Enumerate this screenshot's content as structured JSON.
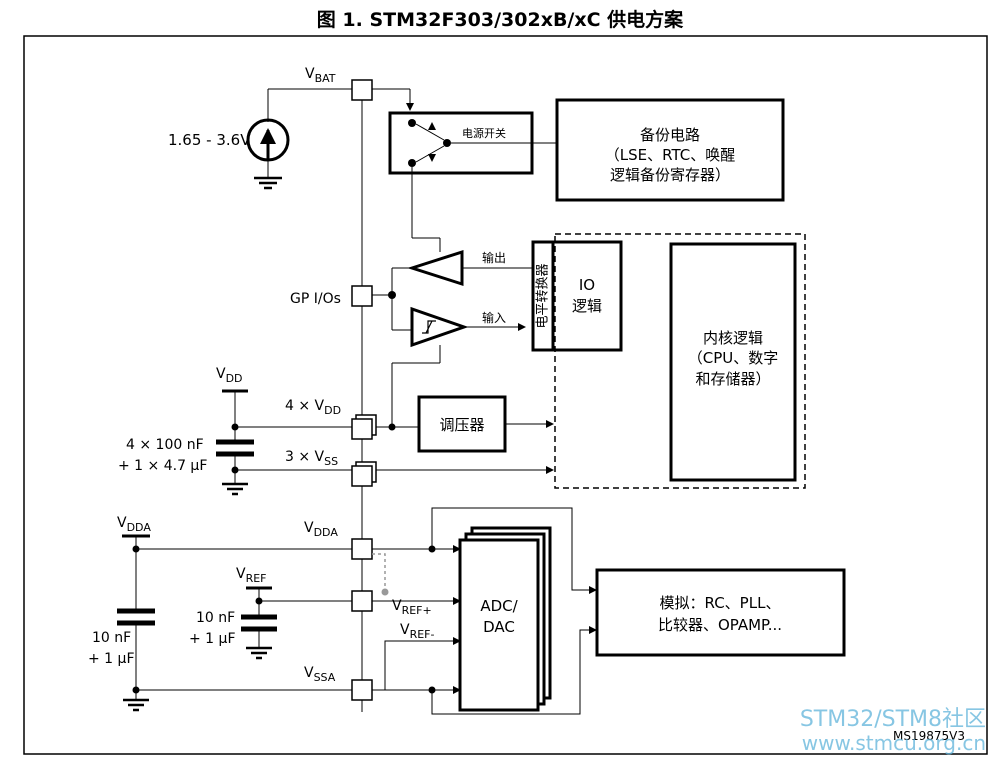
{
  "title": "图 1. STM32F303/302xB/xC 供电方案",
  "labels": {
    "vbat": "V",
    "vbat_sub": "BAT",
    "battery_range": "1.65 - 3.6V",
    "power_switch": "电源开关",
    "backup_line1": "备份电路",
    "backup_line2": "（LSE、RTC、唤醒",
    "backup_line3": "逻辑备份寄存器）",
    "output": "输出",
    "input": "输入",
    "level_shifter": "电平转换器",
    "io_line1": "IO",
    "io_line2": "逻辑",
    "core_line1": "内核逻辑",
    "core_line2": "（CPU、数字",
    "core_line3": "和存储器）",
    "gpio": "GP I/Os",
    "vdd_top": "V",
    "vdd_top_sub": "DD",
    "vdd_pin": "4 × V",
    "vdd_pin_sub": "DD",
    "vss_pin": "3 × V",
    "vss_pin_sub": "SS",
    "cap_vdd_1": "4 × 100 nF",
    "cap_vdd_2": "+ 1 × 4.7 μF",
    "regulator": "调压器",
    "vdda_top": "V",
    "vdda_top_sub": "DDA",
    "vdda_pin": "V",
    "vdda_pin_sub": "DDA",
    "vref_top": "V",
    "vref_top_sub": "REF",
    "vref_plus": "V",
    "vref_plus_sub": "REF+",
    "vref_minus": "V",
    "vref_minus_sub": "REF-",
    "cap_vref_1": "10 nF",
    "cap_vref_2": "+ 1 μF",
    "cap_vdda_1": "10 nF",
    "cap_vdda_2": "+ 1 μF",
    "vssa_pin": "V",
    "vssa_pin_sub": "SSA",
    "adc_line1": "ADC/",
    "adc_line2": "DAC",
    "analog_line1": "模拟：RC、PLL、",
    "analog_line2": "比较器、OPAMP...",
    "ref_id": "MS19875V3",
    "watermark_1": "STM32/STM8社区",
    "watermark_2": "www.stmcu.org.cn"
  }
}
